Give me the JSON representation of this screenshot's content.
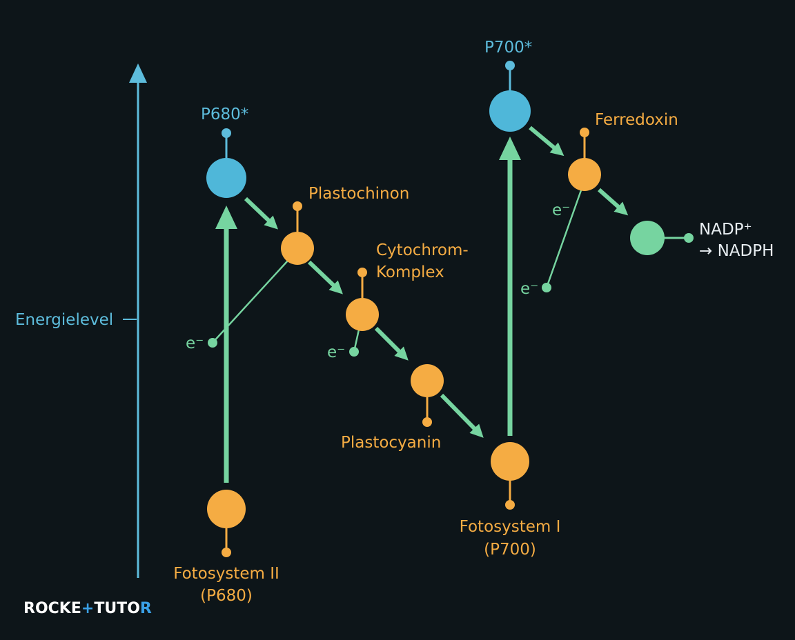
{
  "axis": {
    "label": "Energielevel"
  },
  "nodes": {
    "p680_excited": {
      "label": "P680*"
    },
    "plastochinon": {
      "label": "Plastochinon"
    },
    "cytochrom": {
      "label_line1": "Cytochrom-",
      "label_line2": "Komplex"
    },
    "plastocyanin": {
      "label": "Plastocyanin"
    },
    "fotosystem2": {
      "label_line1": "Fotosystem II",
      "label_line2": "(P680)"
    },
    "fotosystem1": {
      "label_line1": "Fotosystem I",
      "label_line2": "(P700)"
    },
    "p700_excited": {
      "label": "P700*"
    },
    "ferredoxin": {
      "label": "Ferredoxin"
    },
    "nadp": {
      "label_line1": "NADP⁺",
      "label_line2": "→ NADPH"
    }
  },
  "electrons": {
    "e1": "e⁻",
    "e2": "e⁻",
    "e3": "e⁻",
    "e4": "e⁻"
  },
  "logo": {
    "part1": "ROCKE",
    "part2": "+",
    "part3": "TUTO",
    "part4": "R"
  },
  "colors": {
    "background": "#0d1519",
    "orange": "#f5ac43",
    "blue": "#5dbcdc",
    "green": "#76d4a0"
  }
}
